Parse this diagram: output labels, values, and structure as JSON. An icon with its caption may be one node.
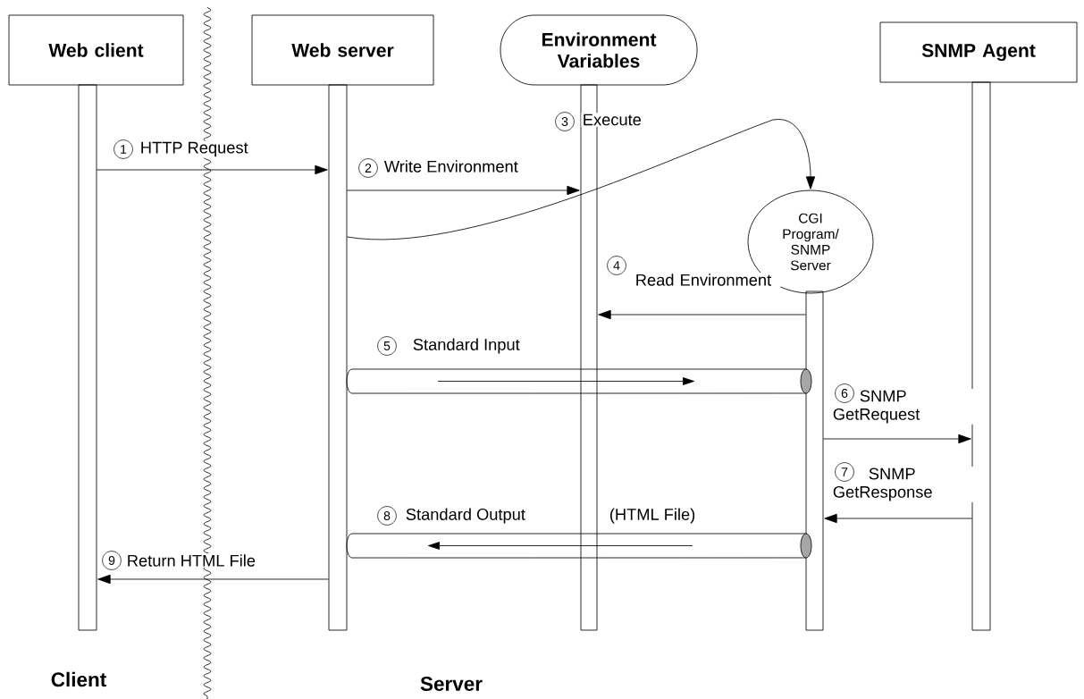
{
  "diagram": {
    "nodes": [
      {
        "text": [
          "Web client"
        ]
      },
      {
        "text": [
          "Web server"
        ]
      },
      {
        "text": [
          "Environment Variables"
        ]
      },
      {
        "text": [
          "SNMP Agent"
        ]
      },
      {
        "text": [
          "CGI Program/ SNMP Server"
        ]
      },
      {
        "text": [],
        "shape": "bar"
      },
      {
        "text": [],
        "shape": "bar"
      },
      {
        "text": [],
        "shape": "bar"
      },
      {
        "text": [],
        "shape": "bar"
      },
      {
        "text": [],
        "shape": "bar"
      },
      {
        "text": [],
        "shape": "cylinder",
        "beside": [
          "Standard Input"
        ]
      },
      {
        "text": [],
        "shape": "cylinder",
        "beside": [
          "Standard Output",
          "(HTML File)"
        ]
      }
    ],
    "edges": [
      {
        "from": 5,
        "to": 6,
        "arrow": "to",
        "label": "HTTP Request"
      },
      {
        "from": 6,
        "to": 7,
        "arrow": "to",
        "label": "Write Environment"
      },
      {
        "from": 6,
        "to": 4,
        "arrow": "to",
        "label": "Execute"
      },
      {
        "from": 8,
        "to": 7,
        "arrow": "to",
        "label": "Read Environment"
      },
      {
        "from": 8,
        "to": 9,
        "arrow": "to",
        "label": "SNMP GetRequest"
      },
      {
        "from": 9,
        "to": 8,
        "arrow": "to",
        "label": "SNMP GetResponse"
      },
      {
        "from": 6,
        "to": 5,
        "arrow": "to",
        "label": "Return HTML File"
      }
    ],
    "labels": [
      "1",
      "2",
      "3",
      "4",
      "5",
      "6",
      "7",
      "8",
      "9",
      "Client",
      "Server"
    ]
  }
}
